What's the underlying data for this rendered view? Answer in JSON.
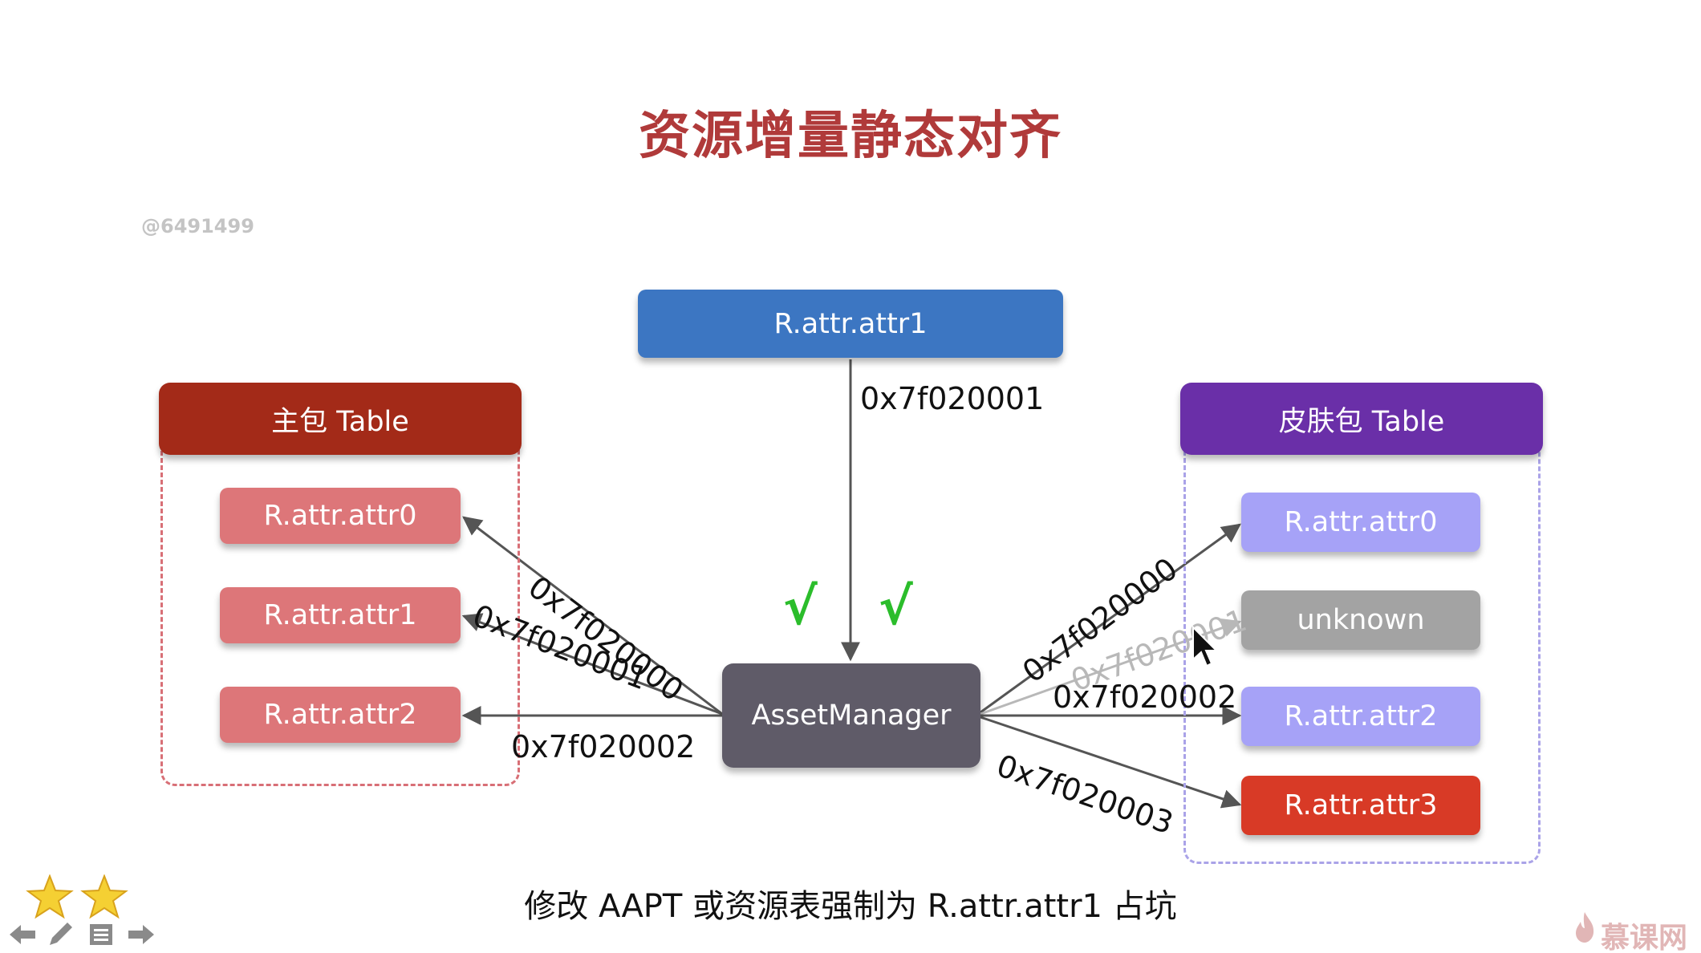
{
  "title": "资源增量静态对齐",
  "watermark": "@6491499",
  "top_node": "R.attr.attr1",
  "top_edge_label": "0x7f020001",
  "center_node": "AssetManager",
  "checkmarks": [
    "√",
    "√"
  ],
  "main_table": {
    "header": "主包 Table",
    "items": [
      "R.attr.attr0",
      "R.attr.attr1",
      "R.attr.attr2"
    ],
    "edge_labels": [
      "0x7f020000",
      "0x7f020001",
      "0x7f020002"
    ]
  },
  "skin_table": {
    "header": "皮肤包 Table",
    "items": [
      "R.attr.attr0",
      "unknown",
      "R.attr.attr2",
      "R.attr.attr3"
    ],
    "edge_labels": [
      "0x7f020000",
      "0x7f020001",
      "0x7f020002",
      "0x7f020003"
    ]
  },
  "caption": "修改 AAPT 或资源表强制为 R.attr.attr1 占坑",
  "logo_text": "慕课网",
  "colors": {
    "title": "#b03a3a",
    "top_node": "#3c76c2",
    "main_header": "#a32a18",
    "main_item": "#dd7679",
    "main_dash": "#d86f76",
    "skin_header": "#6a2fa8",
    "skin_item": "#a6a2f7",
    "skin_unknown": "#a3a3a3",
    "skin_highlight": "#d83a26",
    "skin_dash": "#aaa3e8",
    "center_node": "#5f5b68",
    "check": "#2bbd2b"
  },
  "icons": [
    "star-icon",
    "star-icon",
    "arrow-left-icon",
    "pencil-icon",
    "menu-icon",
    "arrow-right-icon",
    "flame-logo-icon",
    "mouse-cursor-icon"
  ]
}
